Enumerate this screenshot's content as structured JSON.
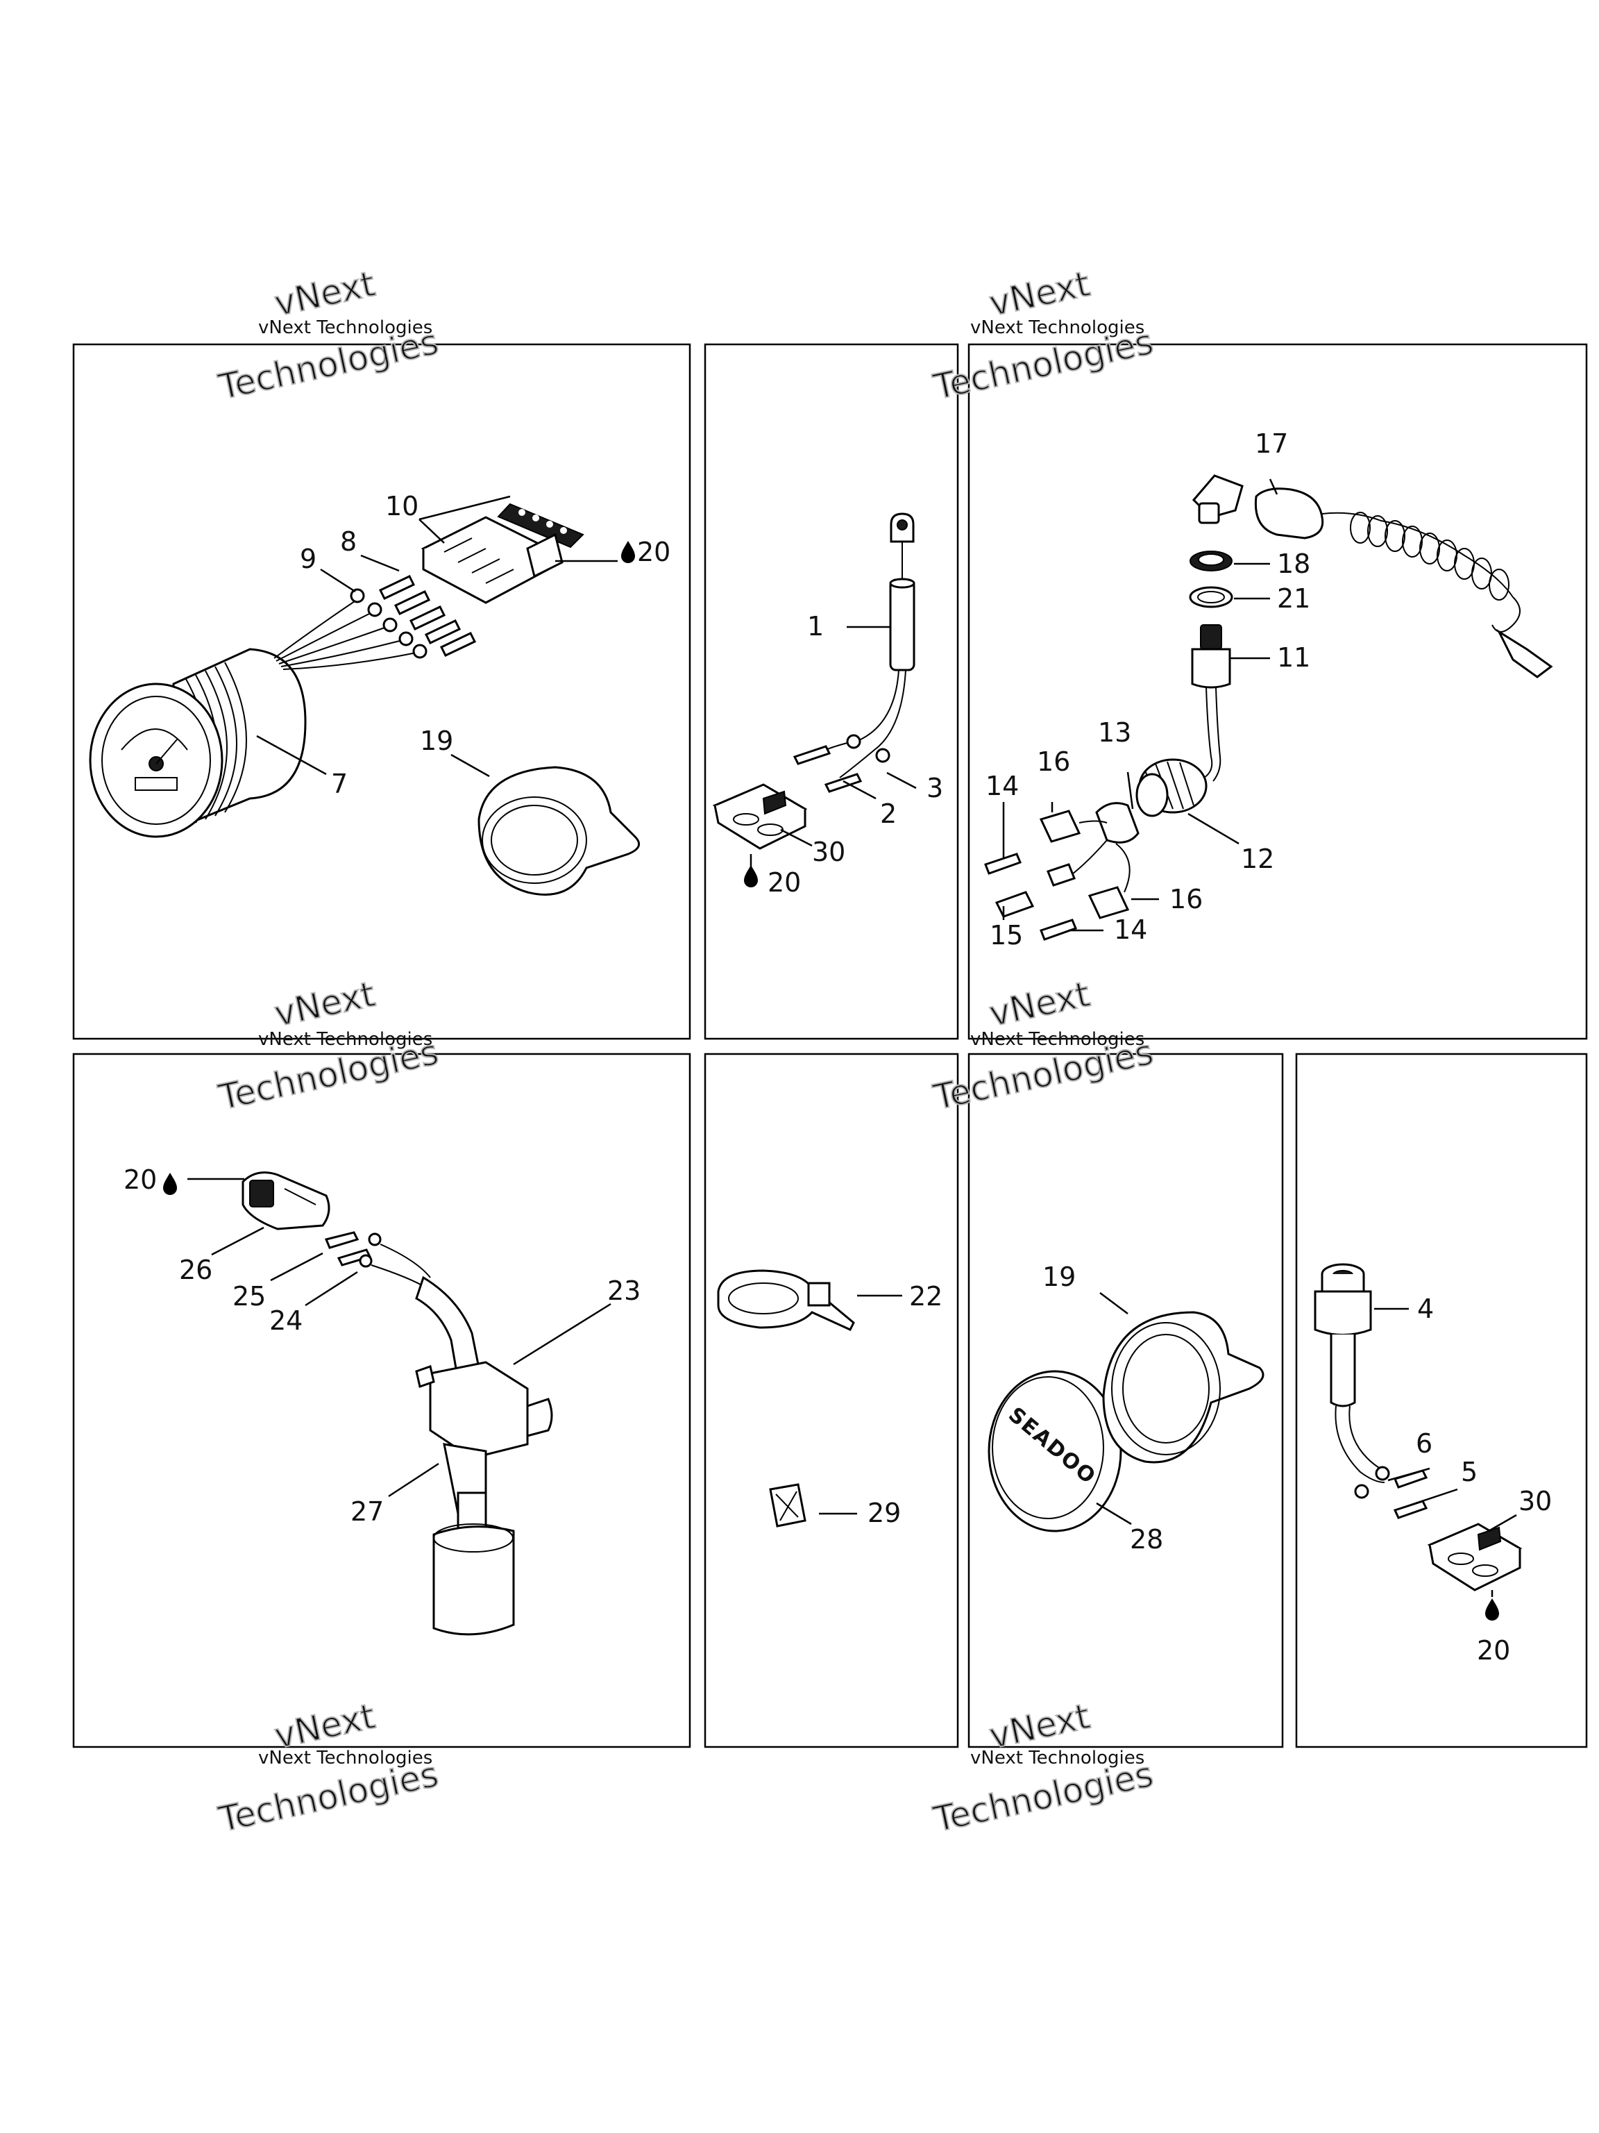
{
  "watermark": {
    "caption": "vNext Technologies",
    "stamp_line1": "vNext",
    "stamp_line2": "Technologies"
  },
  "callouts": {
    "c1": "1",
    "c2": "2",
    "c3": "3",
    "c4": "4",
    "c5": "5",
    "c6": "6",
    "c7": "7",
    "c8": "8",
    "c9": "9",
    "c10": "10",
    "c11": "11",
    "c12": "12",
    "c13": "13",
    "c14a": "14",
    "c14b": "14",
    "c15": "15",
    "c16a": "16",
    "c16b": "16",
    "c17": "17",
    "c18": "18",
    "c19a": "19",
    "c19b": "19",
    "c20a": "20",
    "c20b": "20",
    "c20c": "20",
    "c20d": "20",
    "c21": "21",
    "c22": "22",
    "c23": "23",
    "c24": "24",
    "c25": "25",
    "c26": "26",
    "c27": "27",
    "c28": "28",
    "c29": "29",
    "c30a": "30",
    "c30b": "30"
  },
  "artwork_text": {
    "cap_logo": "SEADOO"
  },
  "colors": {
    "ink": "#000000",
    "watermark_outline": "#b5b5b5",
    "background": "#ffffff"
  },
  "icons": [
    "droplet-icon"
  ]
}
